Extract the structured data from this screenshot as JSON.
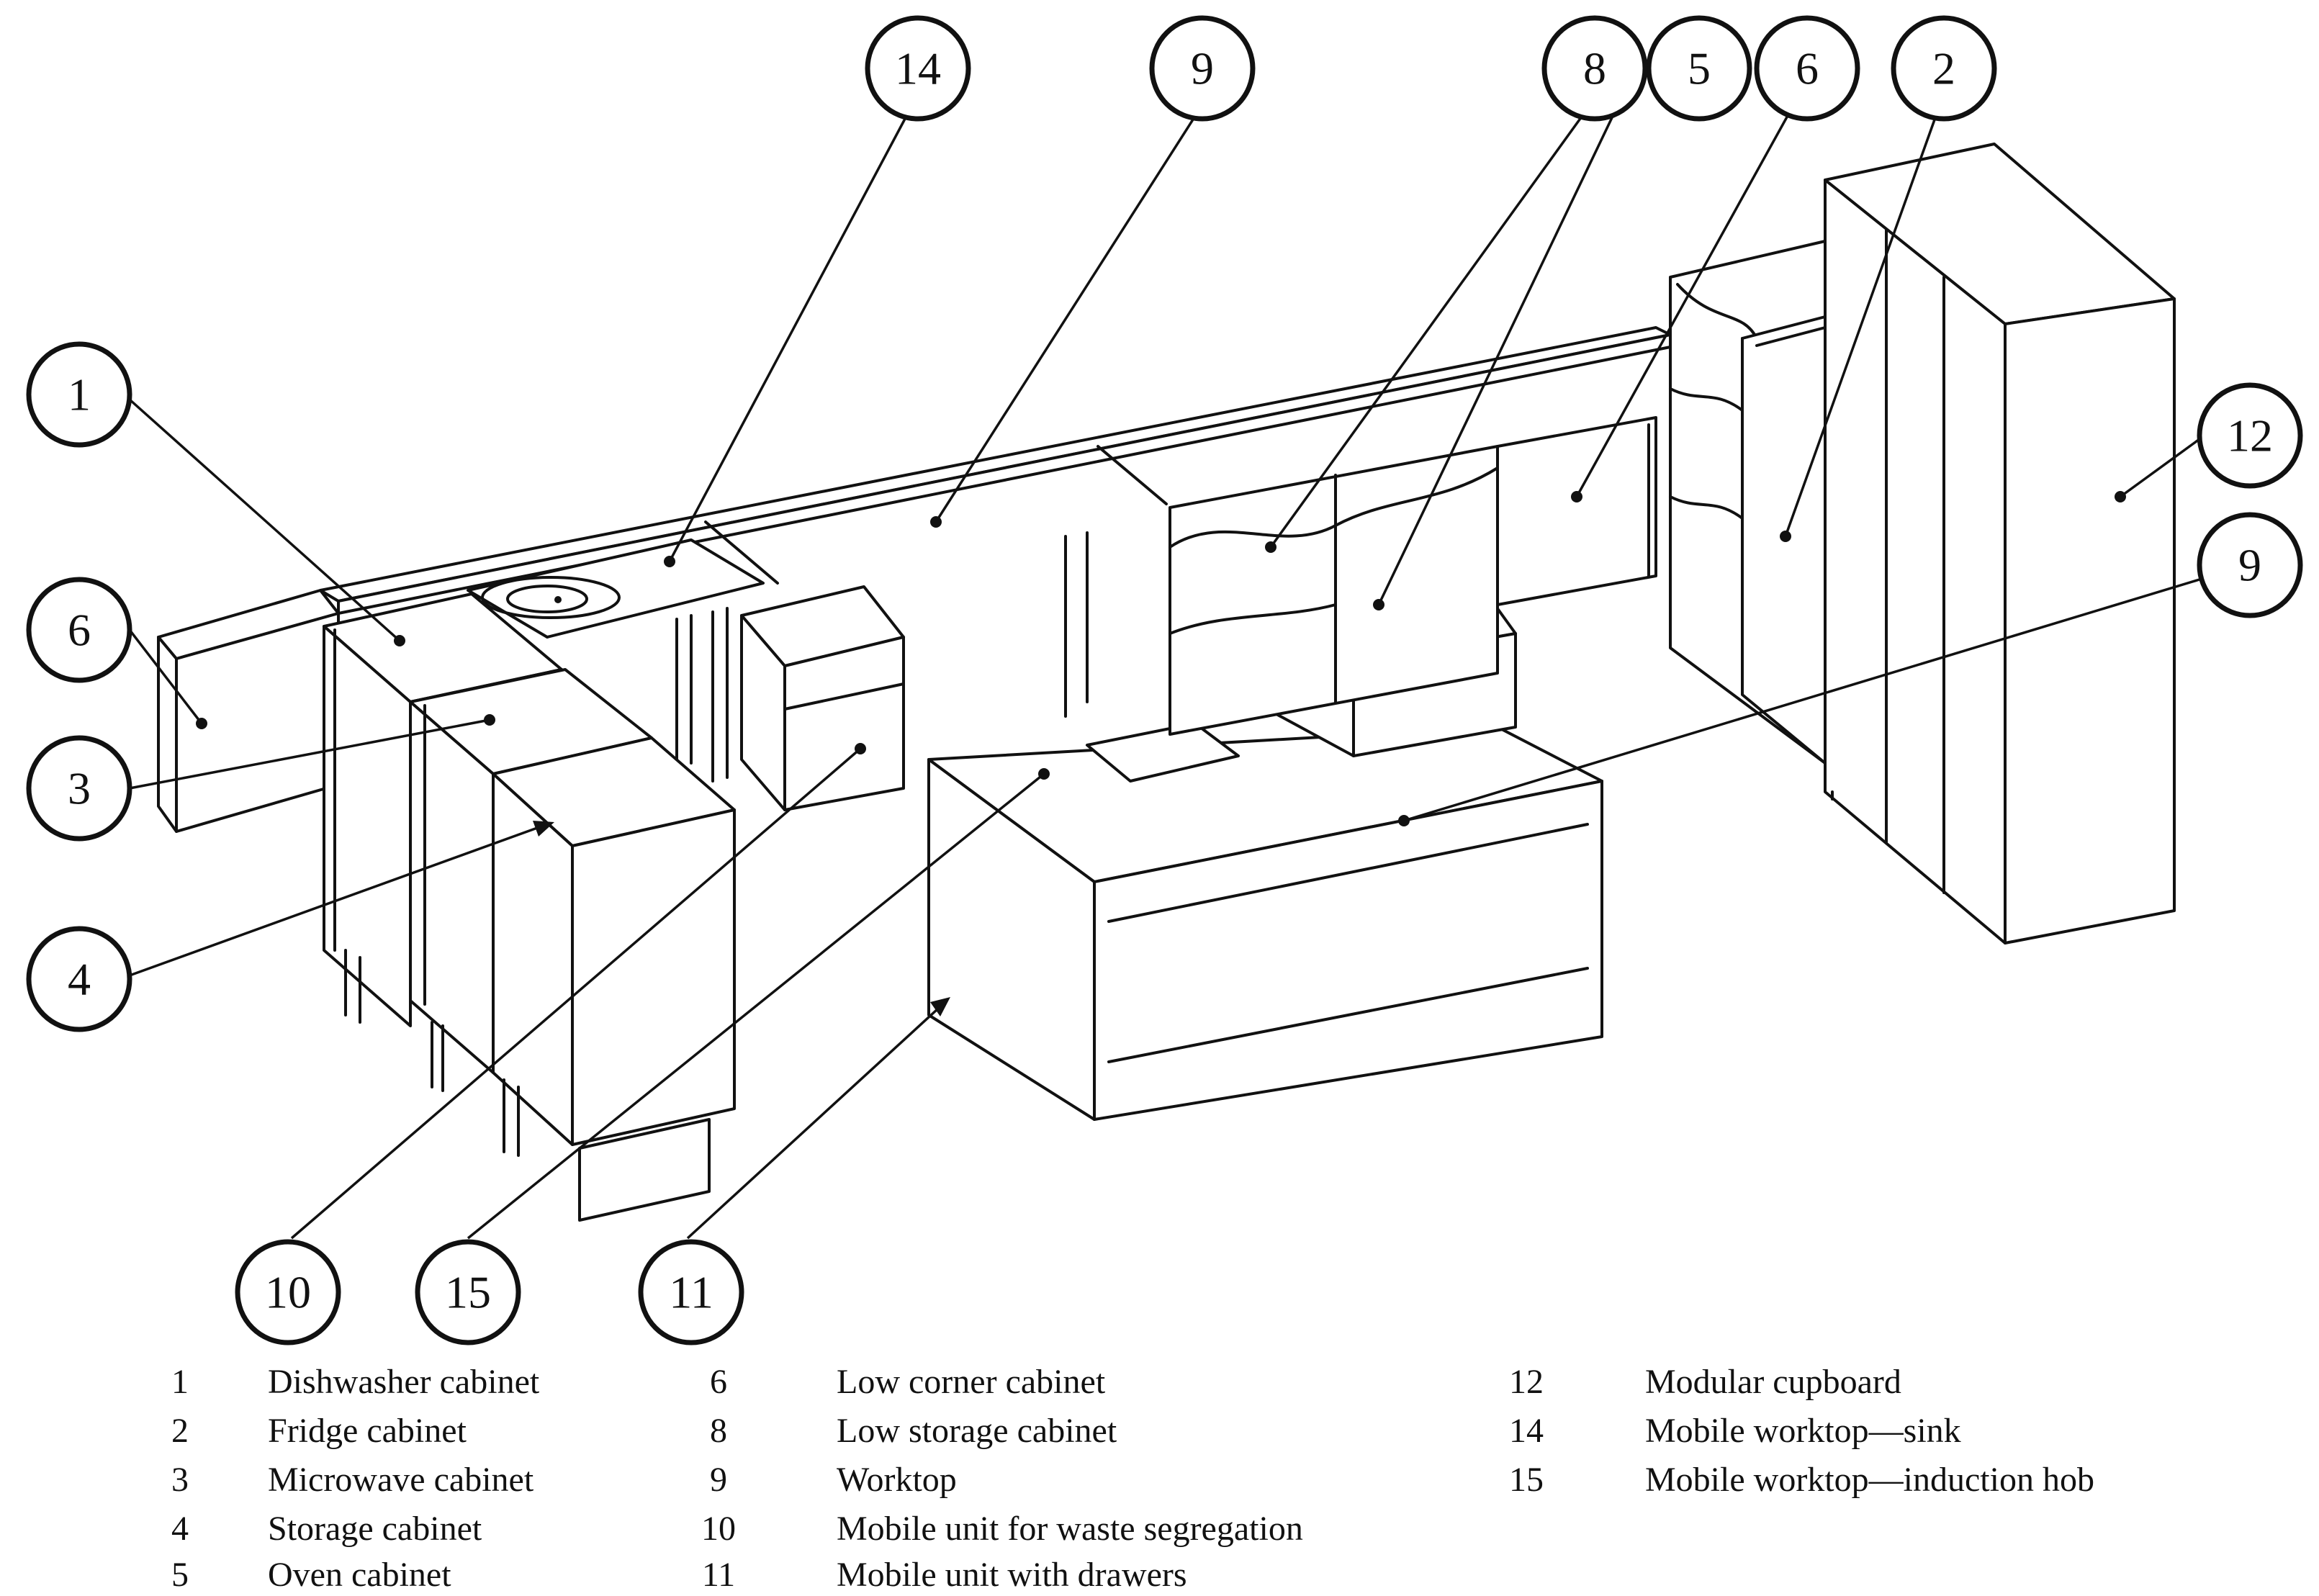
{
  "callouts": {
    "c1": "1",
    "c2": "2",
    "c3": "3",
    "c4": "4",
    "c5": "5",
    "c6_left": "6",
    "c6_top": "6",
    "c8": "8",
    "c9_top": "9",
    "c9_right": "9",
    "c10": "10",
    "c11": "11",
    "c12": "12",
    "c14": "14",
    "c15": "15"
  },
  "legend": [
    {
      "num": "1",
      "label": "Dishwasher cabinet"
    },
    {
      "num": "2",
      "label": "Fridge cabinet"
    },
    {
      "num": "3",
      "label": "Microwave cabinet"
    },
    {
      "num": "4",
      "label": "Storage cabinet"
    },
    {
      "num": "5",
      "label": "Oven cabinet"
    },
    {
      "num": "6",
      "label": "Low corner cabinet"
    },
    {
      "num": "8",
      "label": "Low storage cabinet"
    },
    {
      "num": "9",
      "label": "Worktop"
    },
    {
      "num": "10",
      "label": "Mobile unit for waste segregation"
    },
    {
      "num": "11",
      "label": "Mobile unit with drawers"
    },
    {
      "num": "12",
      "label": "Modular cupboard"
    },
    {
      "num": "14",
      "label": "Mobile worktop—sink"
    },
    {
      "num": "15",
      "label": "Mobile worktop—induction hob"
    }
  ]
}
